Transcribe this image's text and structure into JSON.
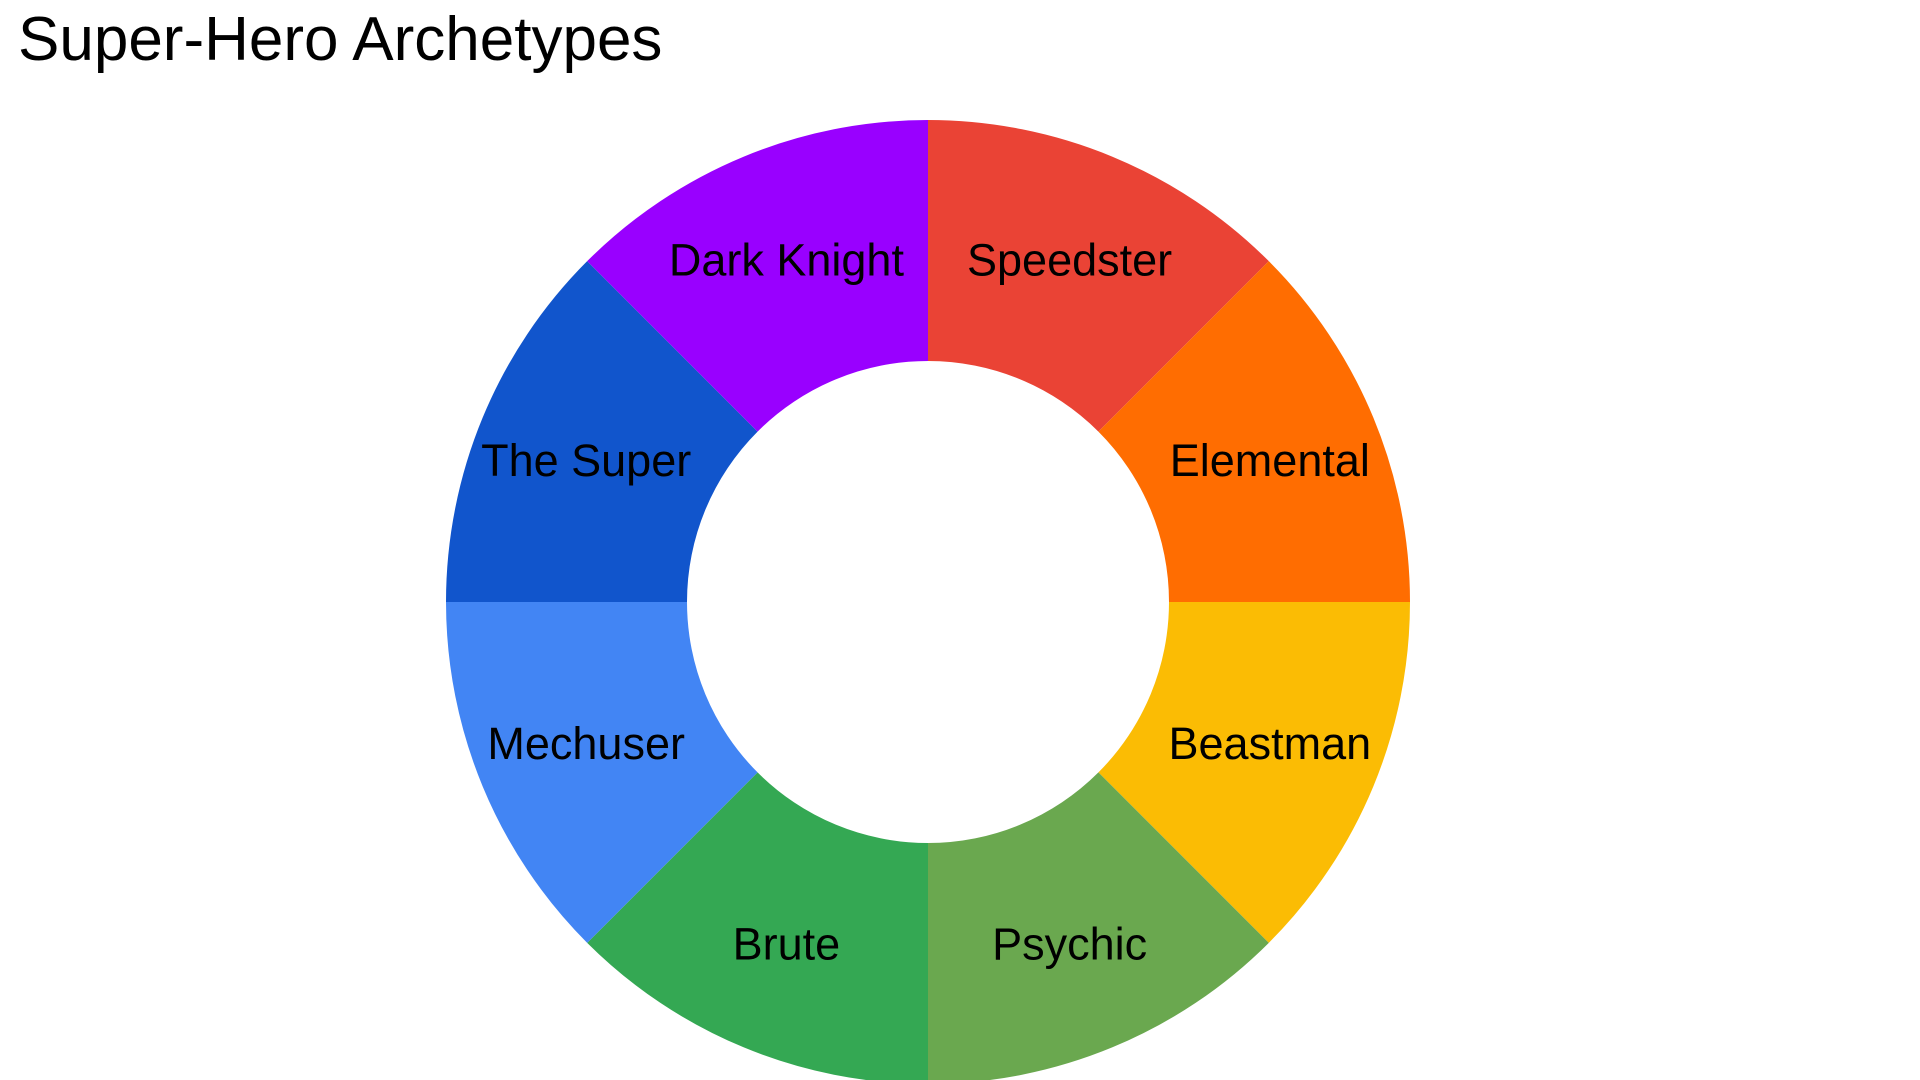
{
  "chart_data": {
    "type": "pie",
    "title": "Super-Hero Archetypes",
    "donut": true,
    "start_angle_deg": 0,
    "direction": "clockwise",
    "legend": "none",
    "slices": [
      {
        "label": "Speedster",
        "value": 12.5,
        "color": "#EA4335"
      },
      {
        "label": "Elemental",
        "value": 12.5,
        "color": "#FF6D01"
      },
      {
        "label": "Beastman",
        "value": 12.5,
        "color": "#FBBC04"
      },
      {
        "label": "Psychic",
        "value": 12.5,
        "color": "#6AA84F"
      },
      {
        "label": "Brute",
        "value": 12.5,
        "color": "#34A853"
      },
      {
        "label": "Mechuser",
        "value": 12.5,
        "color": "#4285F4"
      },
      {
        "label": "The Super",
        "value": 12.5,
        "color": "#1155CC"
      },
      {
        "label": "Dark Knight",
        "value": 12.5,
        "color": "#9900FF"
      }
    ]
  }
}
